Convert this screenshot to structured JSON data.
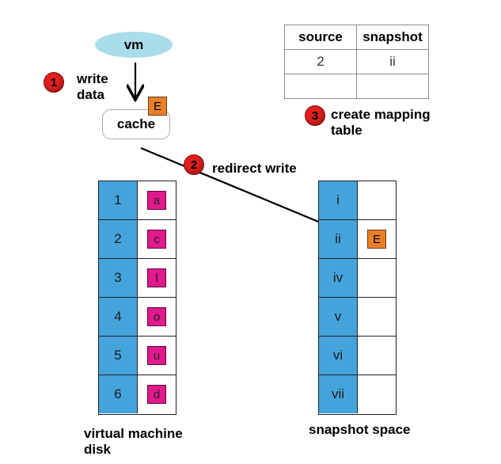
{
  "vm": {
    "label": "vm"
  },
  "steps": [
    {
      "num": "1",
      "text_line1": "write",
      "text_line2": "data"
    },
    {
      "num": "2",
      "text": "redirect write"
    },
    {
      "num": "3",
      "text_line1": "create mapping",
      "text_line2": "table"
    }
  ],
  "cache": {
    "label": "cache",
    "entry": "E"
  },
  "mapping_table": {
    "headers": [
      "source",
      "snapshot"
    ],
    "rows": [
      [
        "2",
        "ii"
      ],
      [
        "",
        ""
      ]
    ]
  },
  "vm_disk": {
    "title_line1": "virtual machine",
    "title_line2": "disk",
    "rows": [
      {
        "index": "1",
        "block": "a"
      },
      {
        "index": "2",
        "block": "c"
      },
      {
        "index": "3",
        "block": "l"
      },
      {
        "index": "4",
        "block": "o"
      },
      {
        "index": "5",
        "block": "u"
      },
      {
        "index": "6",
        "block": "d"
      }
    ]
  },
  "snapshot_space": {
    "title": "snapshot space",
    "rows": [
      {
        "index": "i",
        "block": ""
      },
      {
        "index": "ii",
        "block": "E"
      },
      {
        "index": "iv",
        "block": ""
      },
      {
        "index": "v",
        "block": ""
      },
      {
        "index": "vi",
        "block": ""
      },
      {
        "index": "vii",
        "block": ""
      }
    ]
  },
  "colors": {
    "vm_fill": "#a9dde9",
    "step_red": "#e0201f",
    "index_blue": "#45a3db",
    "block_magenta": "#e0198c",
    "entry_orange": "#e8802a"
  }
}
